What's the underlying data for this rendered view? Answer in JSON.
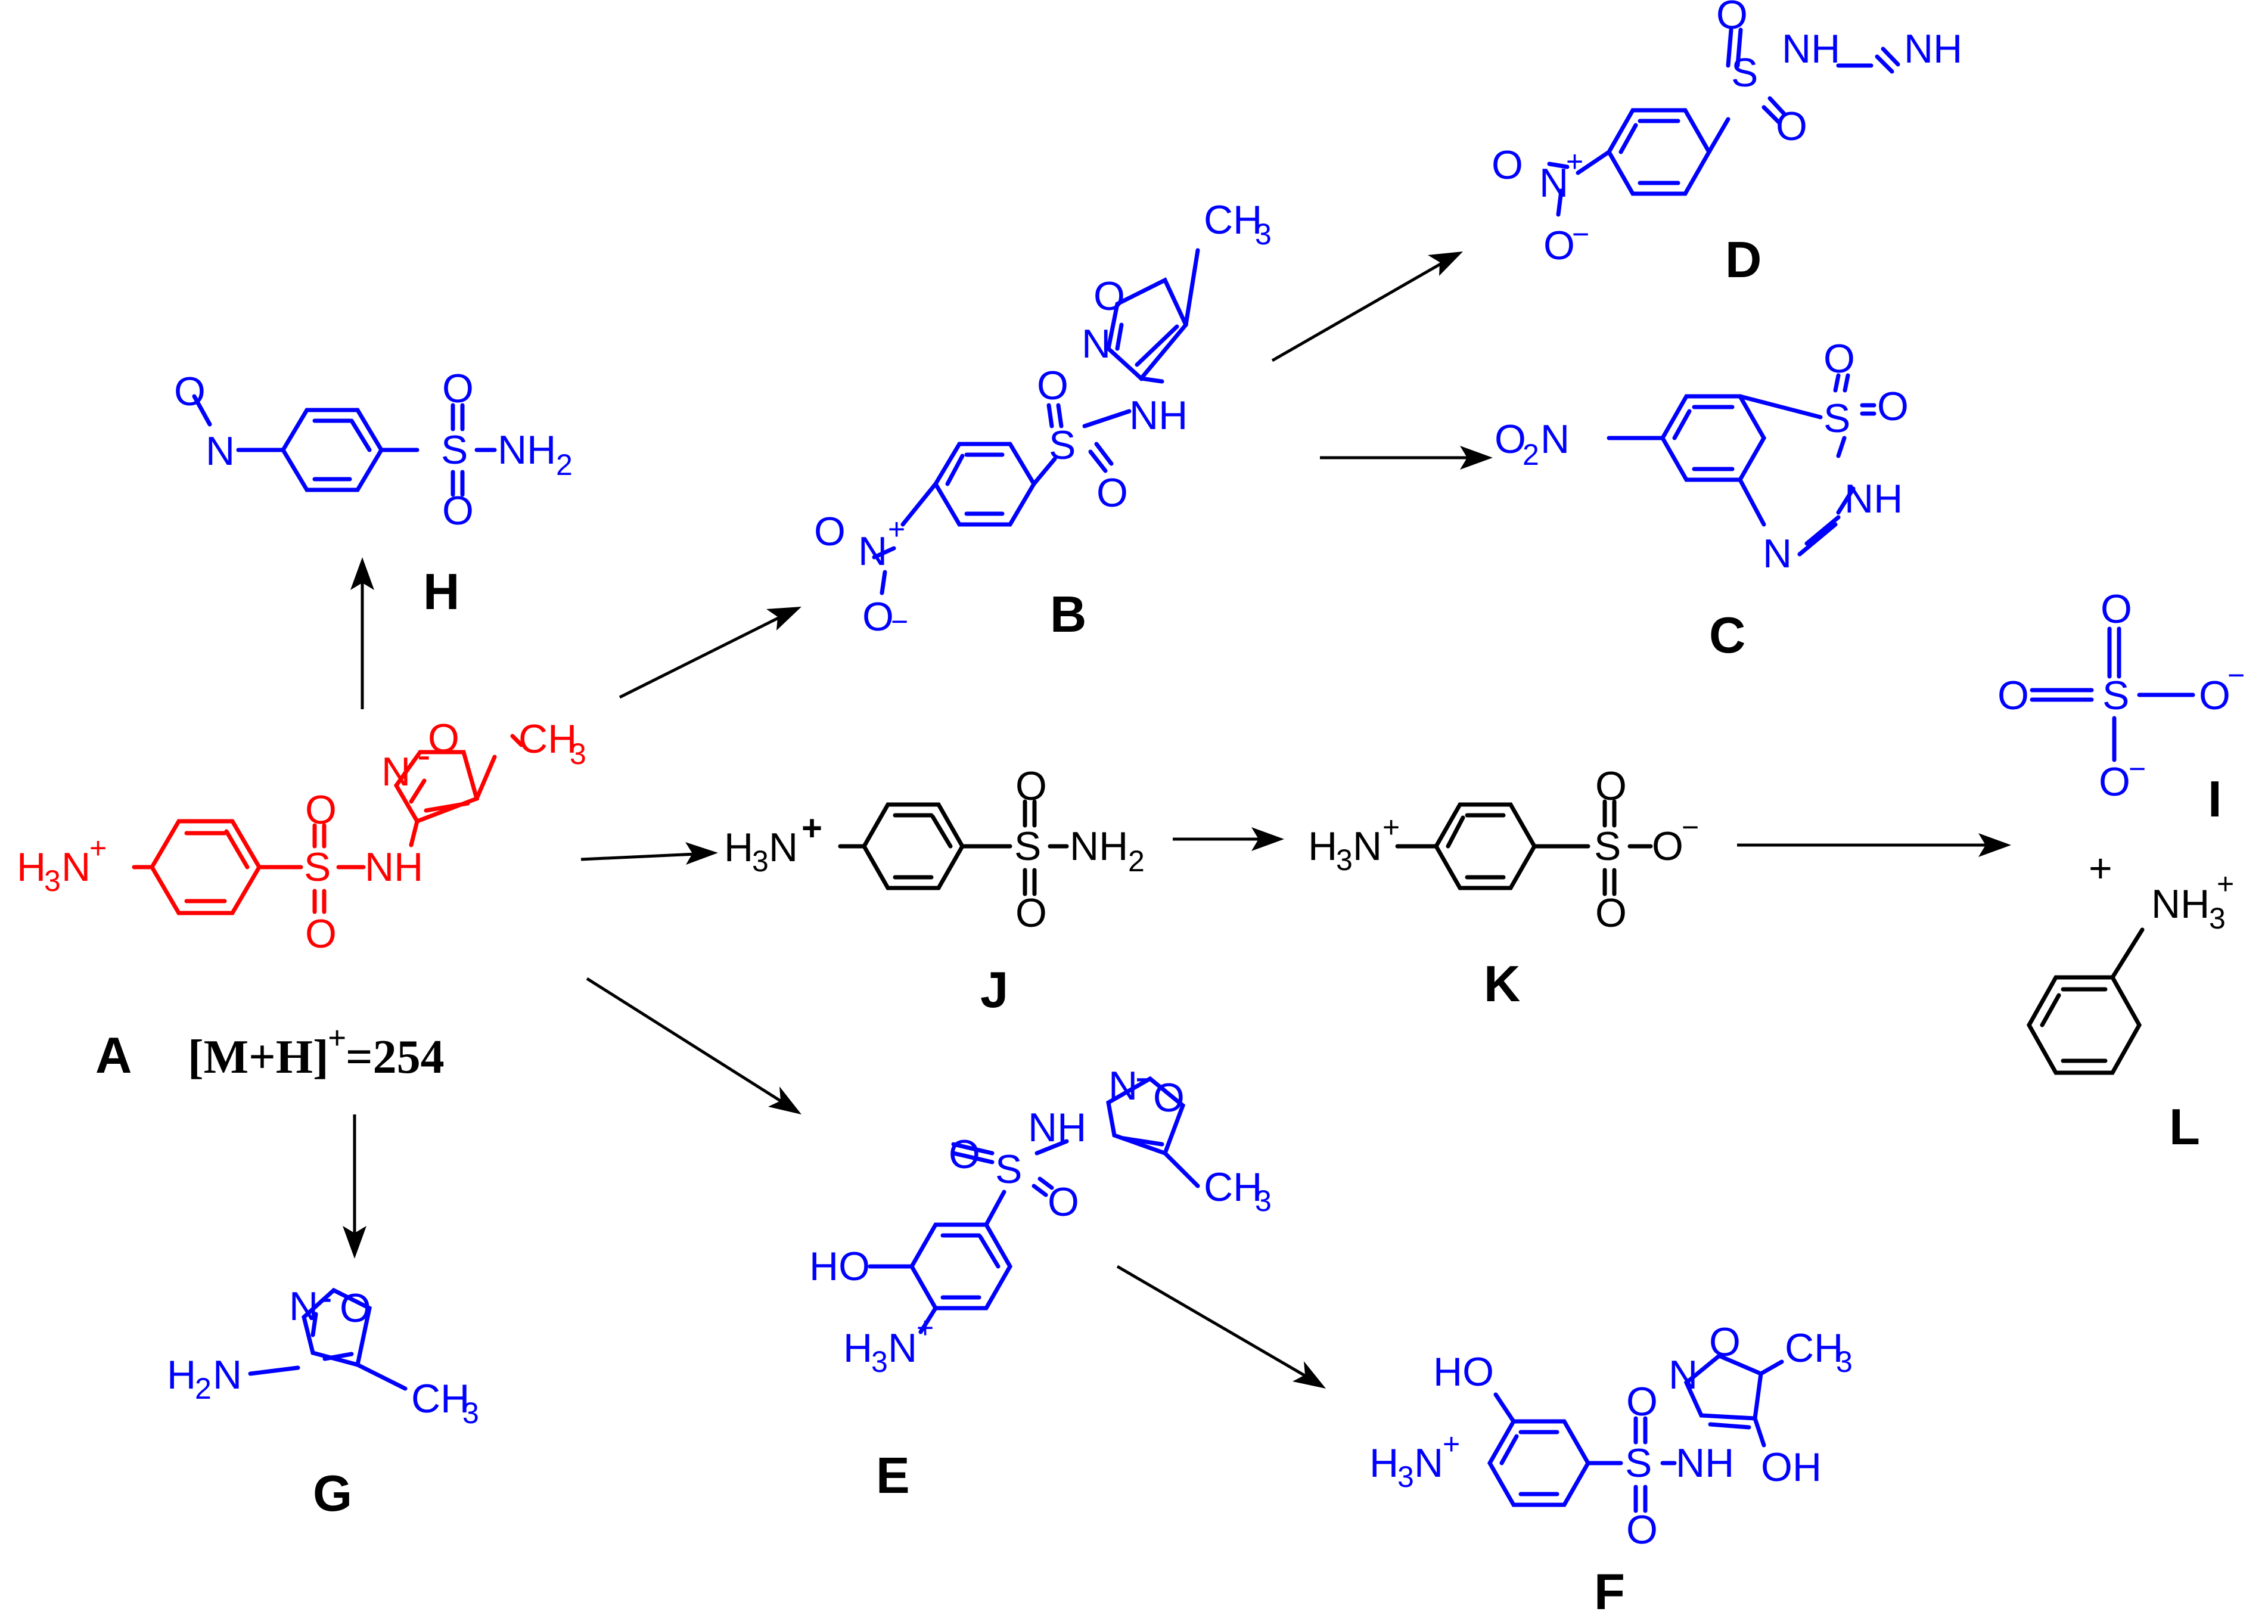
{
  "compounds": {
    "A": {
      "label": "A",
      "mass_label": "[M+H]",
      "mass_sup": "+",
      "mass_value": "=254",
      "color": "#ff0000"
    },
    "B": {
      "label": "B",
      "color": "#0000ff"
    },
    "C": {
      "label": "C",
      "color": "#0000ff"
    },
    "D": {
      "label": "D",
      "color": "#0000ff"
    },
    "E": {
      "label": "E",
      "color": "#0000ff"
    },
    "F": {
      "label": "F",
      "color": "#0000ff"
    },
    "G": {
      "label": "G",
      "color": "#0000ff"
    },
    "H": {
      "label": "H",
      "color": "#0000ff"
    },
    "I": {
      "label": "I",
      "color": "#0000ff"
    },
    "J": {
      "label": "J",
      "color": "#000000"
    },
    "K": {
      "label": "K",
      "color": "#000000"
    },
    "L": {
      "label": "L",
      "color": "#000000"
    }
  },
  "atoms": {
    "H3N": "H",
    "N": "N",
    "O": "O",
    "S": "S",
    "NH": "NH",
    "NH2": "NH",
    "CH3": "CH",
    "HO": "HO",
    "OH": "OH",
    "O2N": "O",
    "sub2": "2",
    "sub3": "3",
    "plus": "+",
    "minus": "−",
    "NH3": "NH",
    "eq": "=NH"
  },
  "plus_sign": "+",
  "arrows": [
    {
      "from": "A",
      "to": "H"
    },
    {
      "from": "A",
      "to": "B"
    },
    {
      "from": "A",
      "to": "J"
    },
    {
      "from": "A",
      "to": "E"
    },
    {
      "from": "A",
      "to": "G"
    },
    {
      "from": "B",
      "to": "D"
    },
    {
      "from": "B",
      "to": "C"
    },
    {
      "from": "J",
      "to": "K"
    },
    {
      "from": "K",
      "to": "I+L"
    },
    {
      "from": "E",
      "to": "F"
    }
  ]
}
